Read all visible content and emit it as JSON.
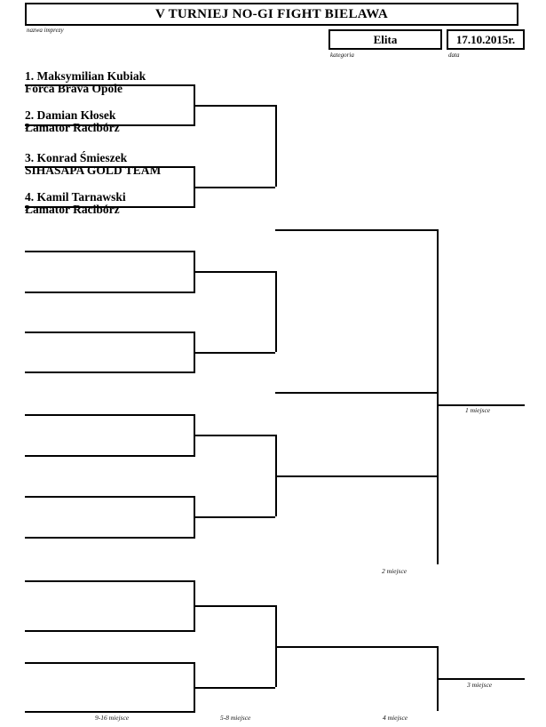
{
  "document": {
    "title": "V TURNIEJ NO-GI FIGHT BIELAWA",
    "title_caption": "nazwa imprezy",
    "category": "Elita",
    "category_caption": "kategoria",
    "date": "17.10.2015r.",
    "date_caption": "data"
  },
  "competitors": [
    {
      "seed_name": "1. Maksymilian Kubiak",
      "club": "Forca Brava Opole"
    },
    {
      "seed_name": "2. Damian Kłosek",
      "club": "Łamator Racibórz"
    },
    {
      "seed_name": "3. Konrad Śmieszek",
      "club": "SIHASAPA GOLD TEAM"
    },
    {
      "seed_name": "4. Kamil Tarnawski",
      "club": "Łamator Racibórz"
    }
  ],
  "placements": {
    "first": "1 miejsce",
    "second": "2 miejsce",
    "third": "3 miejsce",
    "fourth": "4 miejsce",
    "fifth_eighth": "5-8 miejsce",
    "ninth_sixteenth": "9-16 miejsce"
  },
  "colors": {
    "ink": "#000000",
    "paper": "#ffffff"
  }
}
